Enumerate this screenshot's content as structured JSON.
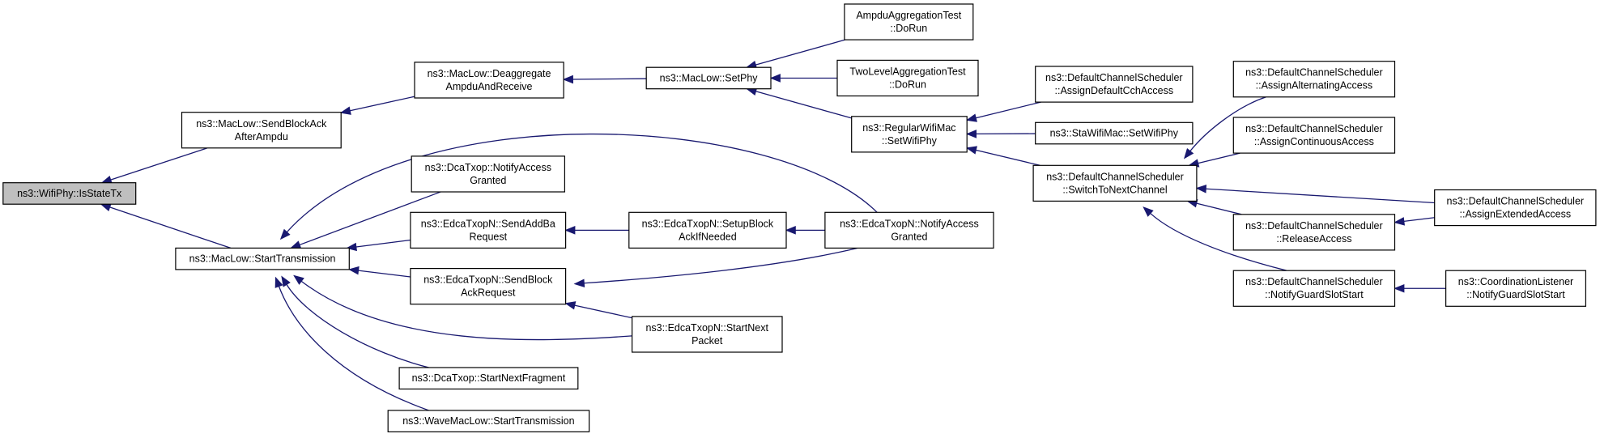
{
  "title": "",
  "colors": {
    "edge": "#191970",
    "root_fill": "#bfbfbf",
    "node_fill": "#ffffff",
    "border": "#000000"
  },
  "nodes": [
    {
      "id": "isStateTx",
      "lines": [
        "ns3::WifiPhy::IsStateTx"
      ],
      "root": true
    },
    {
      "id": "sendBlockAckAfterAmpdu",
      "lines": [
        "ns3::MacLow::SendBlockAck",
        "AfterAmpdu"
      ]
    },
    {
      "id": "startTransmission",
      "lines": [
        "ns3::MacLow::StartTransmission"
      ]
    },
    {
      "id": "deaggregate",
      "lines": [
        "ns3::MacLow::Deaggregate",
        "AmpduAndReceive"
      ]
    },
    {
      "id": "dcaNotifyAccessGranted",
      "lines": [
        "ns3::DcaTxop::NotifyAccess",
        "Granted"
      ]
    },
    {
      "id": "sendAddBaRequest",
      "lines": [
        "ns3::EdcaTxopN::SendAddBa",
        "Request"
      ]
    },
    {
      "id": "sendBlockAckRequest",
      "lines": [
        "ns3::EdcaTxopN::SendBlock",
        "AckRequest"
      ]
    },
    {
      "id": "dcaStartNextFragment",
      "lines": [
        "ns3::DcaTxop::StartNextFragment"
      ]
    },
    {
      "id": "waveStartTransmission",
      "lines": [
        "ns3::WaveMacLow::StartTransmission"
      ]
    },
    {
      "id": "setPhy",
      "lines": [
        "ns3::MacLow::SetPhy"
      ]
    },
    {
      "id": "setupBlockAck",
      "lines": [
        "ns3::EdcaTxopN::SetupBlock",
        "AckIfNeeded"
      ]
    },
    {
      "id": "edcaStartNextPacket",
      "lines": [
        "ns3::EdcaTxopN::StartNext",
        "Packet"
      ]
    },
    {
      "id": "ampduTest",
      "lines": [
        "AmpduAggregationTest",
        "::DoRun"
      ]
    },
    {
      "id": "twoLevelTest",
      "lines": [
        "TwoLevelAggregationTest",
        "::DoRun"
      ]
    },
    {
      "id": "regularSetWifiPhy",
      "lines": [
        "ns3::RegularWifiMac",
        "::SetWifiPhy"
      ]
    },
    {
      "id": "edcaNotifyAccessGranted",
      "lines": [
        "ns3::EdcaTxopN::NotifyAccess",
        "Granted"
      ]
    },
    {
      "id": "assignDefaultCch",
      "lines": [
        "ns3::DefaultChannelScheduler",
        "::AssignDefaultCchAccess"
      ]
    },
    {
      "id": "staSetWifiPhy",
      "lines": [
        "ns3::StaWifiMac::SetWifiPhy"
      ]
    },
    {
      "id": "switchToNextChannel",
      "lines": [
        "ns3::DefaultChannelScheduler",
        "::SwitchToNextChannel"
      ]
    },
    {
      "id": "assignAlternating",
      "lines": [
        "ns3::DefaultChannelScheduler",
        "::AssignAlternatingAccess"
      ]
    },
    {
      "id": "assignContinuous",
      "lines": [
        "ns3::DefaultChannelScheduler",
        "::AssignContinuousAccess"
      ]
    },
    {
      "id": "releaseAccess",
      "lines": [
        "ns3::DefaultChannelScheduler",
        "::ReleaseAccess"
      ]
    },
    {
      "id": "notifyGuardSlotStart",
      "lines": [
        "ns3::DefaultChannelScheduler",
        "::NotifyGuardSlotStart"
      ]
    },
    {
      "id": "assignExtended",
      "lines": [
        "ns3::DefaultChannelScheduler",
        "::AssignExtendedAccess"
      ]
    },
    {
      "id": "coordNotifyGuardSlotStart",
      "lines": [
        "ns3::CoordinationListener",
        "::NotifyGuardSlotStart"
      ]
    }
  ],
  "edges": [
    {
      "from": "sendBlockAckAfterAmpdu",
      "to": "isStateTx"
    },
    {
      "from": "startTransmission",
      "to": "isStateTx"
    },
    {
      "from": "deaggregate",
      "to": "sendBlockAckAfterAmpdu"
    },
    {
      "from": "setPhy",
      "to": "deaggregate"
    },
    {
      "from": "ampduTest",
      "to": "setPhy"
    },
    {
      "from": "twoLevelTest",
      "to": "setPhy"
    },
    {
      "from": "regularSetWifiPhy",
      "to": "setPhy"
    },
    {
      "from": "assignDefaultCch",
      "to": "regularSetWifiPhy"
    },
    {
      "from": "staSetWifiPhy",
      "to": "regularSetWifiPhy"
    },
    {
      "from": "switchToNextChannel",
      "to": "regularSetWifiPhy"
    },
    {
      "from": "assignAlternating",
      "to": "switchToNextChannel"
    },
    {
      "from": "assignContinuous",
      "to": "switchToNextChannel"
    },
    {
      "from": "assignExtended",
      "to": "switchToNextChannel"
    },
    {
      "from": "releaseAccess",
      "to": "switchToNextChannel"
    },
    {
      "from": "notifyGuardSlotStart",
      "to": "switchToNextChannel"
    },
    {
      "from": "assignExtended",
      "to": "releaseAccess"
    },
    {
      "from": "coordNotifyGuardSlotStart",
      "to": "notifyGuardSlotStart"
    },
    {
      "from": "edcaNotifyAccessGranted",
      "to": "startTransmission"
    },
    {
      "from": "dcaNotifyAccessGranted",
      "to": "startTransmission"
    },
    {
      "from": "sendAddBaRequest",
      "to": "startTransmission"
    },
    {
      "from": "sendBlockAckRequest",
      "to": "startTransmission"
    },
    {
      "from": "edcaStartNextPacket",
      "to": "startTransmission"
    },
    {
      "from": "dcaStartNextFragment",
      "to": "startTransmission"
    },
    {
      "from": "waveStartTransmission",
      "to": "startTransmission"
    },
    {
      "from": "setupBlockAck",
      "to": "sendAddBaRequest"
    },
    {
      "from": "edcaNotifyAccessGranted",
      "to": "setupBlockAck"
    },
    {
      "from": "edcaNotifyAccessGranted",
      "to": "sendBlockAckRequest"
    },
    {
      "from": "edcaStartNextPacket",
      "to": "sendBlockAckRequest"
    }
  ]
}
